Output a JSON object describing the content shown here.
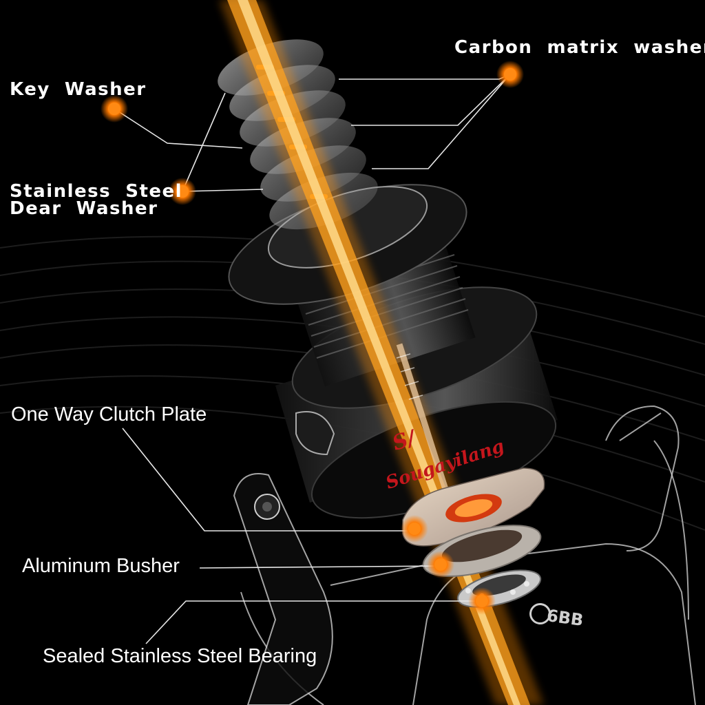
{
  "labels": {
    "carbon_washers": "Carbon  matrix  washers",
    "key_washer": "Key  Washer",
    "stainless_line1": "Stainless  Steel",
    "stainless_line2": "Dear  Washer",
    "clutch_plate": "One Way Clutch Plate",
    "aluminum_busher": "Aluminum Busher",
    "bearing": "Sealed Stainless Steel Bearing"
  },
  "product_marks": {
    "brand": "Sougayilang",
    "bb_count": "6BB"
  },
  "colors": {
    "background": "#000000",
    "beam": "#ff8c00",
    "callout_dot": "#ff7a00",
    "brand_red": "#c4161c",
    "label_text": "#ffffff"
  }
}
